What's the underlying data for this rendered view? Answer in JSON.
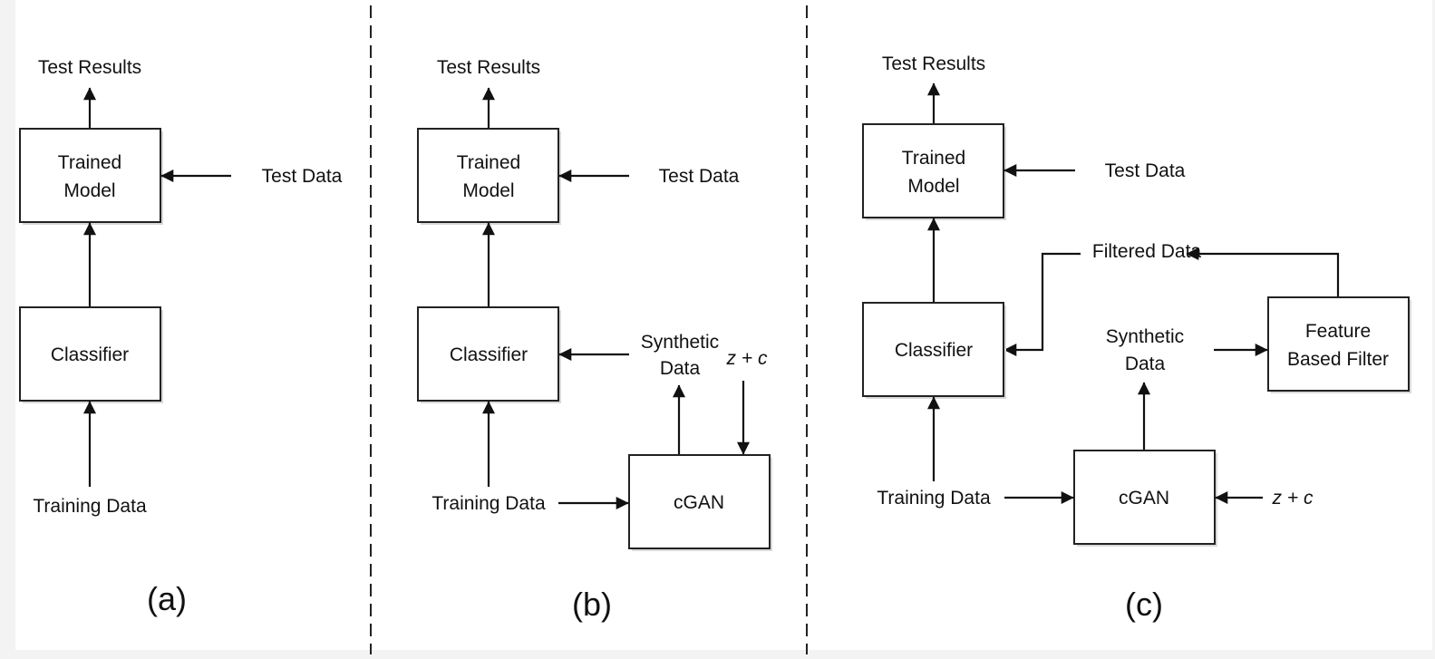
{
  "panels": {
    "a": {
      "caption": "(a)",
      "test_results": "Test Results",
      "trained_model": [
        "Trained",
        "Model"
      ],
      "test_data": "Test Data",
      "classifier": "Classifier",
      "training_data": "Training Data"
    },
    "b": {
      "caption": "(b)",
      "test_results": "Test Results",
      "trained_model": [
        "Trained",
        "Model"
      ],
      "test_data": "Test Data",
      "classifier": "Classifier",
      "synthetic_data": [
        "Synthetic",
        "Data"
      ],
      "noise": "z + c",
      "cgan": "cGAN",
      "training_data": "Training Data"
    },
    "c": {
      "caption": "(c)",
      "test_results": "Test Results",
      "trained_model": [
        "Trained",
        "Model"
      ],
      "test_data": "Test Data",
      "filtered_data": "Filtered Data",
      "classifier": "Classifier",
      "synthetic_data": [
        "Synthetic",
        "Data"
      ],
      "feature_filter": [
        "Feature",
        "Based Filter"
      ],
      "cgan": "cGAN",
      "training_data": "Training Data",
      "noise": "z + c"
    }
  }
}
